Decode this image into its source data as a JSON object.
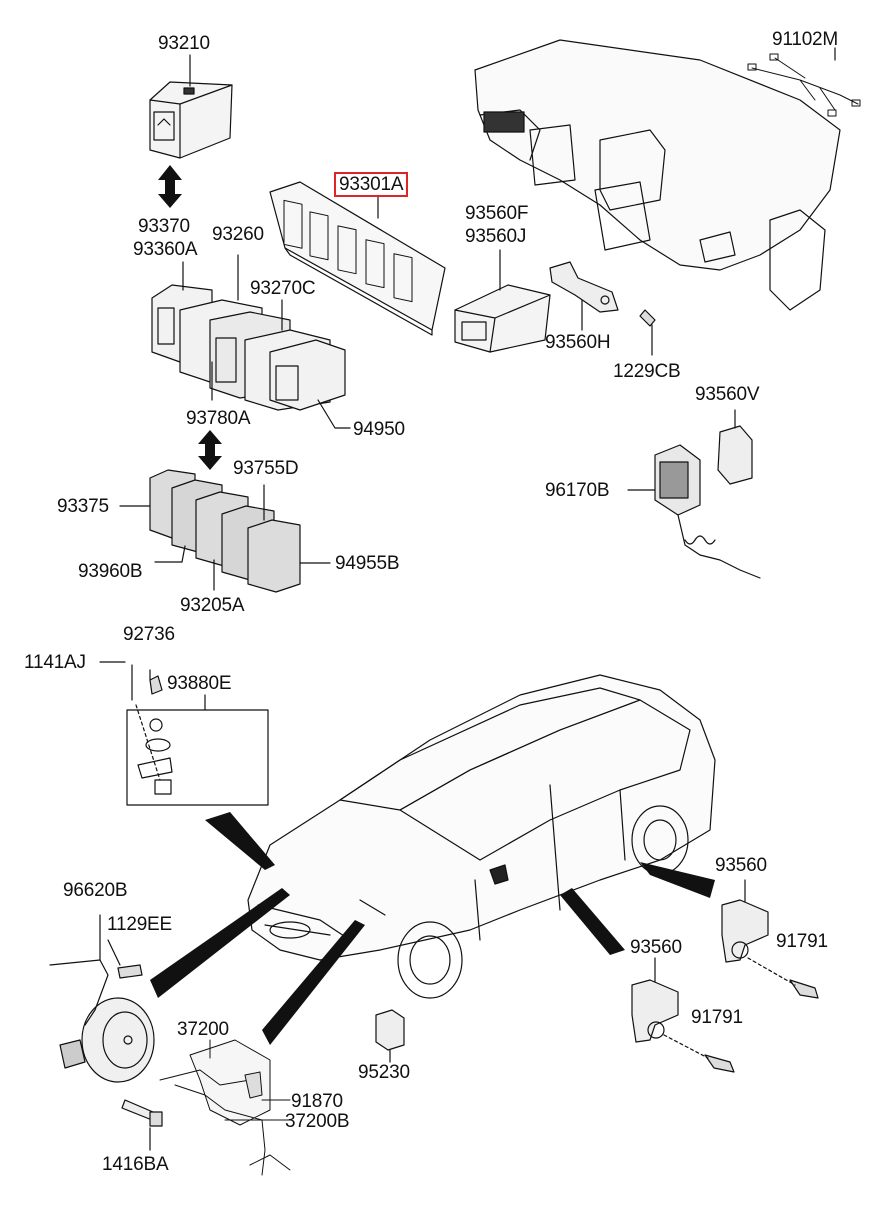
{
  "highlight_color": "#e02424",
  "highlighted_part": "93301A",
  "labels": {
    "p93210": "93210",
    "p93370": "93370",
    "p93360A": "93360A",
    "p93260": "93260",
    "p93301A": "93301A",
    "p93560F": "93560F",
    "p93560J": "93560J",
    "p91102M": "91102M",
    "p93270C": "93270C",
    "p93560H": "93560H",
    "p1229CB": "1229CB",
    "p93780A": "93780A",
    "p94950": "94950",
    "p93560V": "93560V",
    "p93755D": "93755D",
    "p96170B": "96170B",
    "p93375": "93375",
    "p93960B": "93960B",
    "p94955B": "94955B",
    "p93205A": "93205A",
    "p92736": "92736",
    "p1141AJ": "1141AJ",
    "p93880E": "93880E",
    "p96620B": "96620B",
    "p1129EE": "1129EE",
    "p93560a": "93560",
    "p91791a": "91791",
    "p93560b": "93560",
    "p91791b": "91791",
    "p37200": "37200",
    "p91870": "91870",
    "p37200B": "37200B",
    "p95230": "95230",
    "p1416BA": "1416BA"
  }
}
